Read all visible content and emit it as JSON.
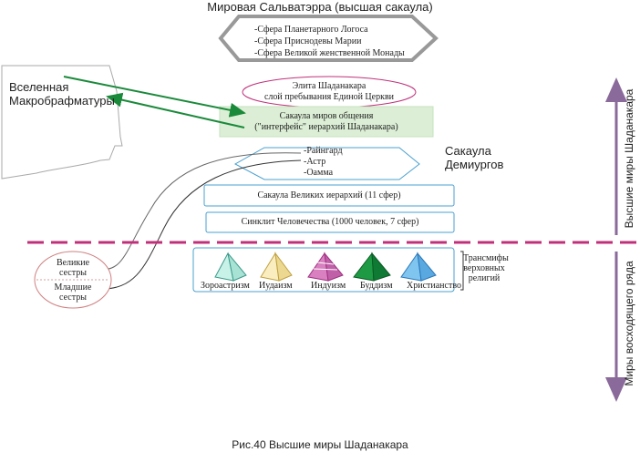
{
  "title": "Мировая Сальватэрра (высшая сакаула)",
  "salvaterra_items": [
    "-Сфера Планетарного Логоса",
    "-Сфера Приснодевы Марии",
    "-Сфера Великой женственной Монады"
  ],
  "universe_label_line1": "Вселенная",
  "universe_label_line2": "Макробрафматуры",
  "elite_line1": "Элита Шаданакара",
  "elite_line2": "слой пребывания Единой Церкви",
  "sakaula_communication_line1": "Сакаула миров общения",
  "sakaula_communication_line2": "(\"интерфейс\" иерархий Шаданакара)",
  "demiurge_items": [
    "-Райнгард",
    "-Астр",
    "-Оамма"
  ],
  "demiurge_label_line1": "Сакаула",
  "demiurge_label_line2": "Демиургов",
  "great_hierarchies": "Сакаула Великих иерархий (11 сфер)",
  "synclite": "Синклит Человечества (1000 человек, 7 сфер)",
  "left_circle_top_line1": "Великие",
  "left_circle_top_line2": "сестры",
  "left_circle_bottom_line1": "Младшие",
  "left_circle_bottom_line2": "сестры",
  "religions": [
    "Зороастризм",
    "Иудаизм",
    "Индуизм",
    "Буддизм",
    "Христианство"
  ],
  "transmyths_line1": "Трансмифы",
  "transmyths_line2": "верховных",
  "transmyths_line3": "религий",
  "right_upper_label": "Высшие миры Шаданакара",
  "right_lower_label": "Миры восходящего ряда",
  "caption": "Рис.40  Высшие миры Шаданакара",
  "colors": {
    "dashed_line": "#c0307a",
    "green_arrow": "#1a8a3a",
    "vertical_arrow": "#8a6a9a",
    "box_border": "#4aa0d0",
    "communication_fill": "#dcefd6",
    "zoroastrism": "#b8ece0",
    "judaism": "#f6e6a8",
    "hinduism": "#d070b0",
    "buddhism": "#1a8a3a",
    "christianity": "#6ab4e8"
  }
}
